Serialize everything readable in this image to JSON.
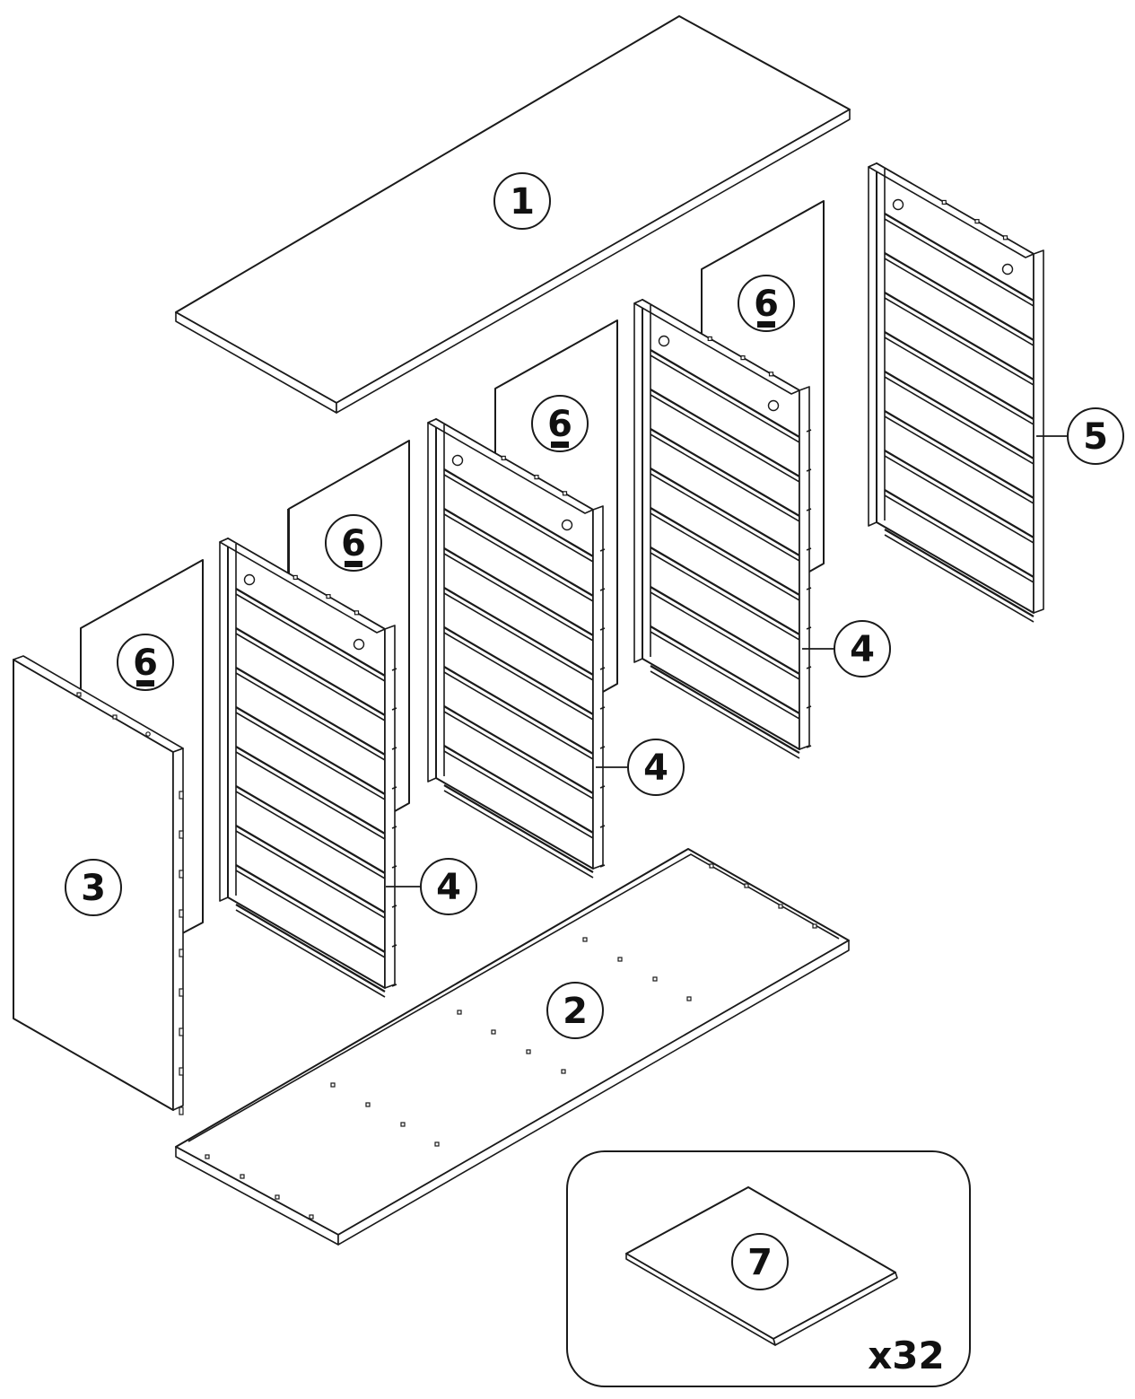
{
  "parts": [
    {
      "id": "part-1",
      "number": "1"
    },
    {
      "id": "part-2",
      "number": "2"
    },
    {
      "id": "part-3",
      "number": "3"
    },
    {
      "id": "part-4a",
      "number": "4"
    },
    {
      "id": "part-4b",
      "number": "4"
    },
    {
      "id": "part-4c",
      "number": "4"
    },
    {
      "id": "part-5",
      "number": "5"
    },
    {
      "id": "part-6a",
      "number": "6"
    },
    {
      "id": "part-6b",
      "number": "6"
    },
    {
      "id": "part-6c",
      "number": "6"
    },
    {
      "id": "part-6d",
      "number": "6"
    },
    {
      "id": "part-7",
      "number": "7"
    }
  ],
  "hardware_box": {
    "quantity": "x32"
  },
  "style": {
    "line_color": "#1a1a1a",
    "fill_color": "#ffffff"
  }
}
